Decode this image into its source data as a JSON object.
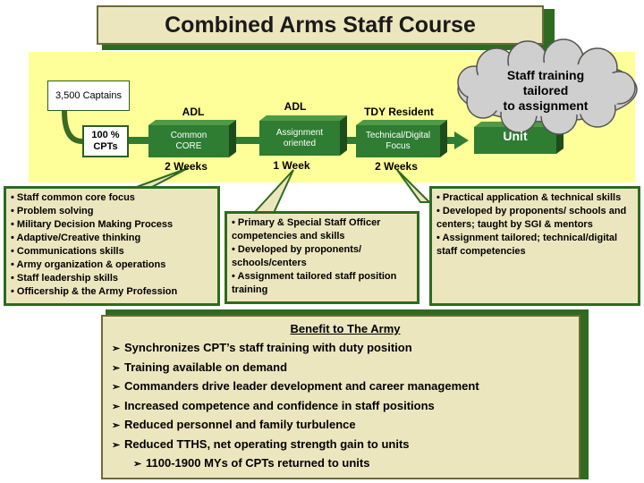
{
  "title": "Combined Arms Staff Course",
  "flow": {
    "captains": "3,500 Captains",
    "cpt_line1": "100 %",
    "cpt_line2": "CPTs",
    "stages": [
      {
        "top_label": "ADL",
        "block_line1": "Common",
        "block_line2": "CORE",
        "duration": "2 Weeks"
      },
      {
        "top_label": "ADL",
        "block_line1": "Assignment",
        "block_line2": "oriented",
        "duration": "1 Week"
      },
      {
        "top_label": "TDY Resident",
        "block_line1": "Technical/Digital",
        "block_line2": "Focus",
        "duration": "2 Weeks"
      }
    ],
    "unit": "Unit",
    "cloud_line1": "Staff training",
    "cloud_line2": "tailored",
    "cloud_line3": "to assignment"
  },
  "callouts": {
    "core": [
      "• Staff common core focus",
      "• Problem solving",
      "• Military Decision Making Process",
      "• Adaptive/Creative thinking",
      "• Communications skills",
      "• Army organization & operations",
      "• Staff leadership skills",
      "• Officership & the Army Profession"
    ],
    "assignment": [
      "• Primary & Special Staff Officer competencies and skills",
      "• Developed by proponents/ schools/centers",
      "• Assignment tailored staff position training"
    ],
    "resident": [
      "• Practical application & technical skills",
      "• Developed by proponents/ schools and centers; taught by SGI & mentors",
      "• Assignment tailored; technical/digital staff competencies"
    ]
  },
  "benefit": {
    "title": "Benefit to The Army",
    "items": [
      "Synchronizes CPT’s staff training with duty position",
      "Training available on demand",
      "Commanders drive leader development and career management",
      "Increased competence and confidence in staff positions",
      "Reduced personnel and family turbulence",
      "Reduced TTHS, net operating strength gain to units"
    ],
    "sub_item": "1100-1900 MYs of CPTs returned to units"
  },
  "colors": {
    "band": "#ffff99",
    "block_green": "#2e7d32",
    "panel": "#ece6bf",
    "border_green": "#2e6b1f"
  }
}
